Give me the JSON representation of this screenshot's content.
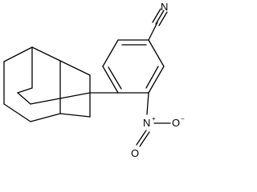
{
  "molecule": {
    "labels": {
      "nitrile_n": "N",
      "nitro_n": "N",
      "nitro_n_charge": "+",
      "nitro_o": "O",
      "nitro_o_charge": "−"
    }
  }
}
